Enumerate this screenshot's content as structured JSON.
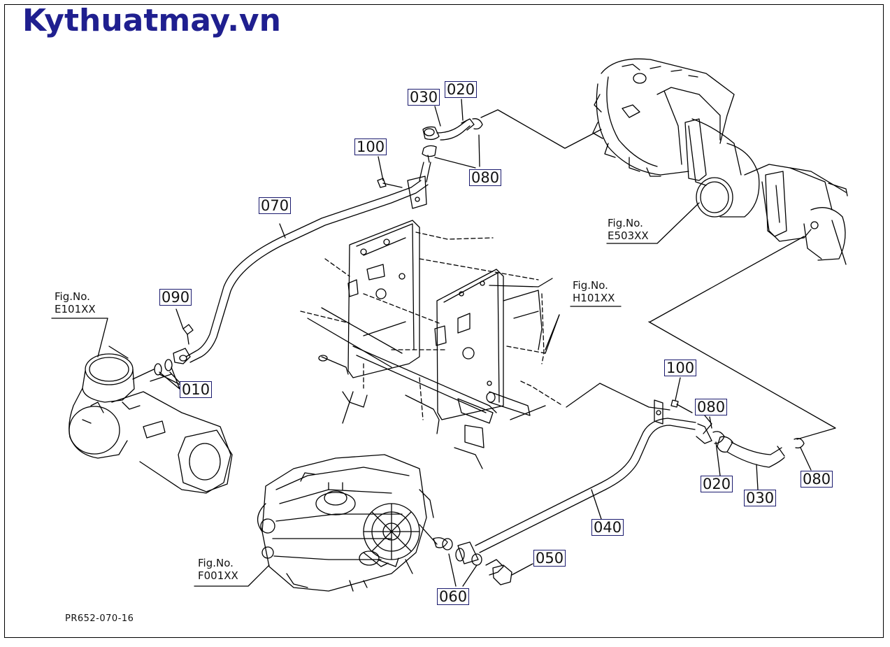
{
  "watermark": "Kythuatmay.vn",
  "drawing_number": "PR652-070-16",
  "colors": {
    "watermark": "#1f1f8f",
    "callout_border": "#1a1a6e",
    "line": "#000000"
  },
  "callouts": [
    "030",
    "020",
    "100",
    "080",
    "070",
    "090",
    "010",
    "100",
    "080",
    "020",
    "030",
    "080",
    "040",
    "050",
    "060"
  ],
  "figure_refs": [
    {
      "label": "Fig.No.",
      "code": "E503XX"
    },
    {
      "label": "Fig.No.",
      "code": "H101XX"
    },
    {
      "label": "Fig.No.",
      "code": "E101XX"
    },
    {
      "label": "Fig.No.",
      "code": "F001XX"
    }
  ]
}
